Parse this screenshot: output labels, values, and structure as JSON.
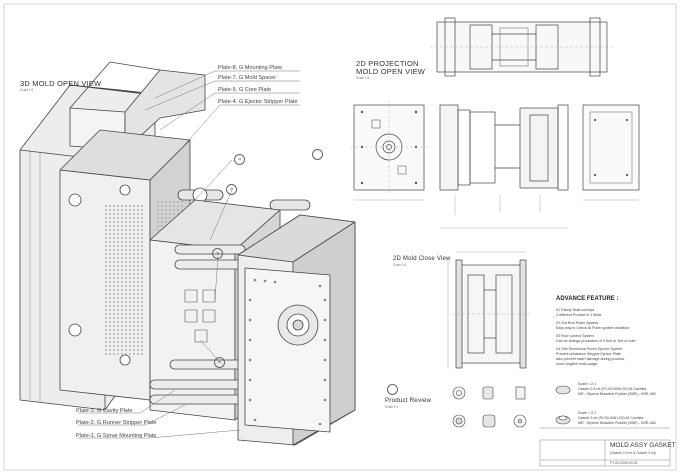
{
  "views": {
    "mold_open_3d": {
      "title": "3D MOLD OPEN VIEW",
      "scale": "Scale 1:5"
    },
    "projection_2d": {
      "title_line1": "2D PROJECTION",
      "title_line2": "MOLD OPEN VIEW",
      "scale": "Scale 1:5"
    },
    "mold_close_2d": {
      "title": "2D Mold Close View",
      "scale": "Scale 1:5"
    },
    "product_review": {
      "title": "Product Review",
      "scale": "Scale 2:1"
    }
  },
  "plate_labels": [
    "Plate-8. G Mounting Plate",
    "Plate-7. G Mold Spacer",
    "Plate-5. G Core Plate",
    "Plate-4. G Ejector Stripper Plate",
    "Plate-3. G Cavity Plate",
    "Plate-2. G Runner Stripper Plate",
    "Plate-1. G Sprue Mounting Plate"
  ],
  "balloons": [
    "02",
    "03",
    "04",
    "05"
  ],
  "advance_feature": {
    "title": "ADVANCE FEATURE :",
    "items": [
      {
        "line1": "01 Family Mold concept.",
        "line2": "2 different Product in 1 Mold."
      },
      {
        "line1": "02 Out Row Puller System.",
        "line2": "Easy way to Check all Puller system condition."
      },
      {
        "line1": "03 Flow Control System.",
        "line2": "Can be change production of 0.5mt or 3mt or both."
      },
      {
        "line1": "04 One Directional Punch Ejector System.",
        "line2": "Prevent unbalance Stripper Ejector Plate.",
        "line3": "also prevent Insert damage during process,",
        "line4": "more longtive mold usage."
      }
    ]
  },
  "product_specs": [
    {
      "scale": "Scale = 2:1",
      "line1": "Gasket 0.5 mt (P1:00-0059-00) 64 Cavities",
      "line2": "MR : Styrene Butadine Rubber (SBR) - NSR-460"
    },
    {
      "scale": "Scale = 2:1",
      "line1": "Gasket 3 mt (P2:00-0061-00) 64 Cavities",
      "line2": "MR : Styrene Butadine Rubber (SBR) - NSR-460"
    }
  ],
  "title_block": {
    "title": "MOLD ASSY GASKET",
    "subtitle": "(Gasket 0.5 mt & Gasket 3 mt)",
    "doc_no": "P1-00-0059-00-00"
  },
  "colors": {
    "line": "#444444",
    "light": "#9a9a9a",
    "fill": "#e9e9e9",
    "dark": "#5a5a5a"
  }
}
